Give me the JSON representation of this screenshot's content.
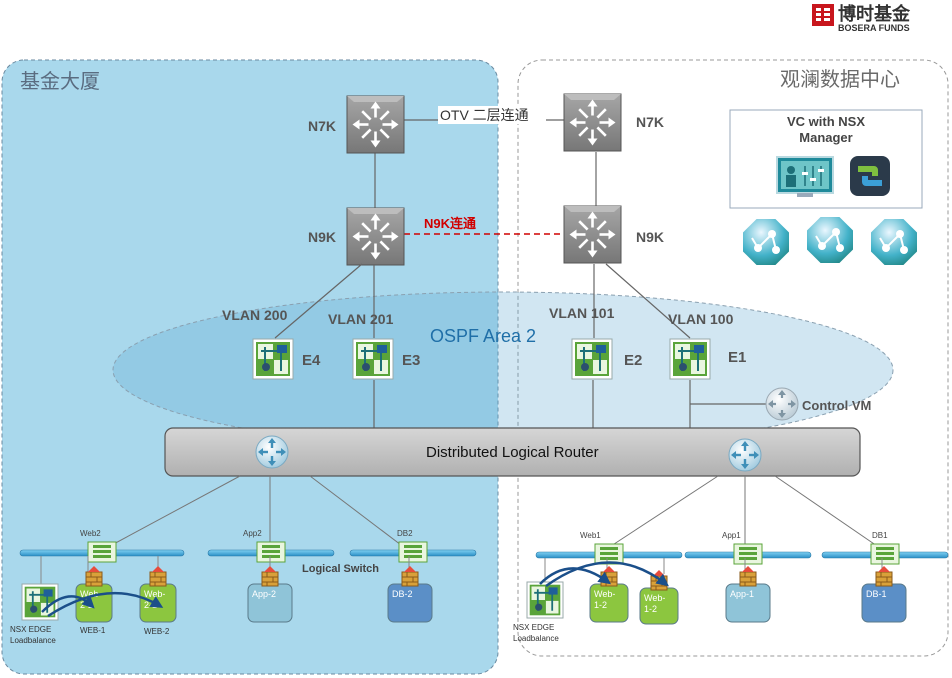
{
  "brand": {
    "name_cn": "博时基金",
    "name_en": "BOSERA FUNDS",
    "color": "#c8161d"
  },
  "sites": {
    "left": "基金大厦",
    "right": "观澜数据中心"
  },
  "core": {
    "n7k_left": "N7K",
    "n7k_right": "N7K",
    "otv_link": "OTV 二层连通",
    "n9k_left": "N9K",
    "n9k_right": "N9K",
    "n9k_link": "N9K连通"
  },
  "vlans": {
    "v200": "VLAN 200",
    "v201": "VLAN 201",
    "v101": "VLAN 101",
    "v100": "VLAN 100"
  },
  "ospf": "OSPF Area 2",
  "edges": {
    "e1": "E1",
    "e2": "E2",
    "e3": "E3",
    "e4": "E4"
  },
  "control_vm": "Control VM",
  "dlr": "Distributed Logical Router",
  "vc_box": {
    "title": "VC  with NSX\nManager"
  },
  "left_segments": {
    "web": "Web2",
    "app": "App2",
    "db": "DB2",
    "logical_switch": "Logical Switch",
    "nsx_edge": "NSX EDGE\nLoadbalance",
    "vm_web_a": "Web-\n2-2",
    "vm_web_b": "Web-\n2-1",
    "lbl_web_a": "WEB-1",
    "lbl_web_b": "WEB-2",
    "vm_app": "App-2",
    "vm_db": "DB-2"
  },
  "right_segments": {
    "web": "Web1",
    "app": "App1",
    "db": "DB1",
    "nsx_edge": "NSX EDGE\nLoadbalance",
    "vm_web_a": "Web-\n1-2",
    "vm_web_b": "Web-\n1-2",
    "vm_app": "App-1",
    "vm_db": "DB-1"
  },
  "colors": {
    "left_site_bg": "#9fd2e8",
    "switch_gray": "#8a8a8a",
    "dlr_gray": "#c4c4c4",
    "ospf_blue": "#1f6fa8",
    "vm_green": "#8cc63f",
    "vm_blue": "#8fc4d8",
    "vm_db_blue": "#5b8fc7",
    "link_red": "#d10000"
  }
}
